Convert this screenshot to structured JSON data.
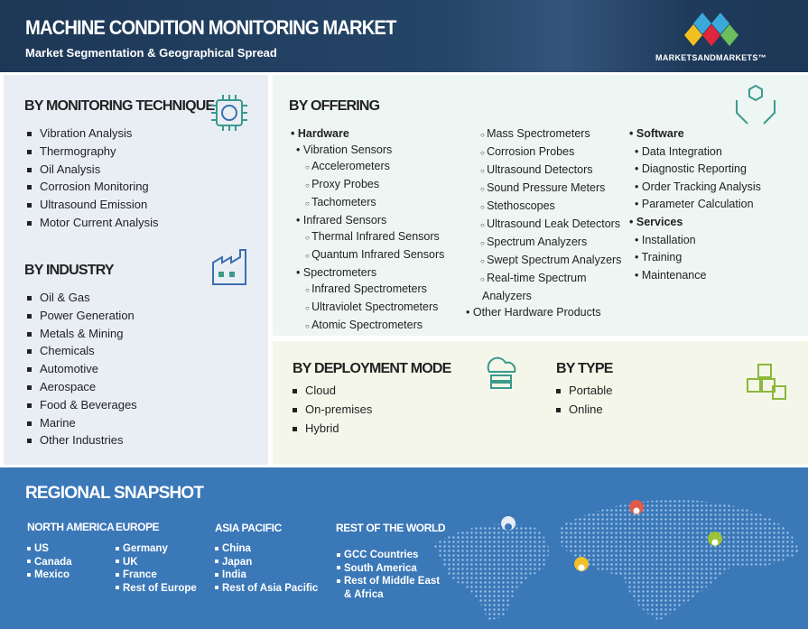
{
  "header": {
    "title": "MACHINE CONDITION MONITORING MARKET",
    "subtitle": "Market Segmentation & Geographical Spread",
    "logo_text": "MARKETSANDMARKETS™"
  },
  "monitoring": {
    "title": "BY MONITORING TECHNIQUE",
    "items": [
      "Vibration Analysis",
      "Thermography",
      "Oil Analysis",
      "Corrosion Monitoring",
      "Ultrasound Emission",
      "Motor Current Analysis"
    ]
  },
  "industry": {
    "title": "BY INDUSTRY",
    "items": [
      "Oil & Gas",
      "Power Generation",
      "Metals & Mining",
      "Chemicals",
      "Automotive",
      "Aerospace",
      "Food & Beverages",
      "Marine",
      "Other Industries"
    ]
  },
  "offering": {
    "title": "BY OFFERING",
    "col1": [
      "Hardware",
      "Vibration Sensors",
      "Accelerometers",
      "Proxy Probes",
      "Tachometers",
      "Infrared Sensors",
      "Thermal Infrared Sensors",
      "Quantum Infrared Sensors",
      "Spectrometers",
      "Infrared Spectrometers",
      "Ultraviolet Spectrometers",
      "Atomic Spectrometers"
    ],
    "col2": [
      "Mass Spectrometers",
      "Corrosion Probes",
      "Ultrasound Detectors",
      "Sound Pressure Meters",
      "Stethoscopes",
      "Ultrasound Leak Detectors",
      "Spectrum Analyzers",
      "Swept Spectrum Analyzers",
      "Real-time Spectrum",
      "Analyzers",
      "Other Hardware Products"
    ],
    "col3": [
      "Software",
      "Data Integration",
      "Diagnostic Reporting",
      "Order Tracking Analysis",
      "Parameter Calculation",
      "Services",
      "Installation",
      "Training",
      "Maintenance"
    ]
  },
  "deployment": {
    "title": "BY DEPLOYMENT MODE",
    "items": [
      "Cloud",
      "On-premises",
      "Hybrid"
    ]
  },
  "type": {
    "title": "BY TYPE",
    "items": [
      "Portable",
      "Online"
    ]
  },
  "regional": {
    "title": "REGIONAL SNAPSHOT",
    "regions": [
      {
        "name": "NORTH AMERICA",
        "items": [
          "US",
          "Canada",
          "Mexico"
        ]
      },
      {
        "name": "EUROPE",
        "items": [
          "Germany",
          "UK",
          "France",
          "Rest of Europe"
        ]
      },
      {
        "name": "ASIA PACIFIC",
        "items": [
          "China",
          "Japan",
          "India",
          "Rest of Asia Pacific"
        ]
      },
      {
        "name": "REST OF THE WORLD",
        "items": [
          "GCC Countries",
          "South America",
          "Rest of Middle East",
          "& Africa"
        ]
      }
    ]
  },
  "colors": {
    "header": "#1d3756",
    "regional": "#3b78b8",
    "icon": "#3a9a8c"
  }
}
